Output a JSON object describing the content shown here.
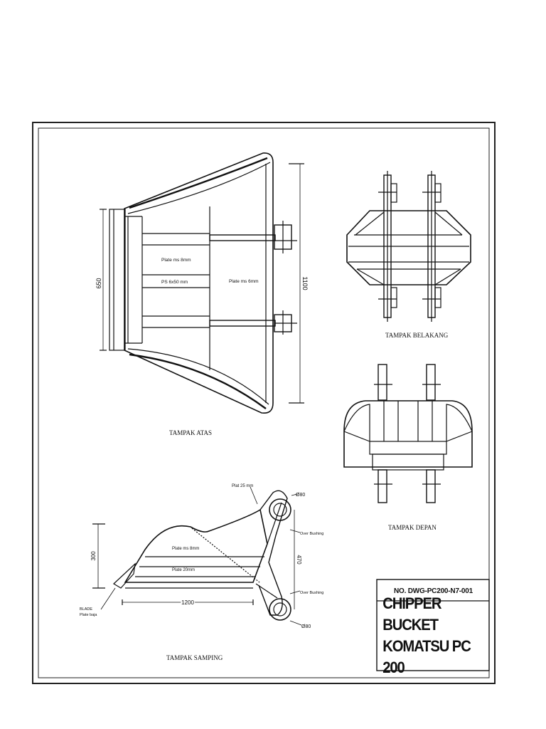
{
  "views": {
    "top": {
      "title": "TAMPAK ATAS",
      "label_plate_8": "Plate ms 8mm",
      "label_ps": "PS 6x50 mm",
      "label_plate_6": "Plate ms 6mm",
      "dim_width": "650",
      "dim_length": "1100"
    },
    "rear": {
      "title": "TAMPAK BELAKANG"
    },
    "front": {
      "title": "TAMPAK DEPAN"
    },
    "side": {
      "title": "TAMPAK SAMPING",
      "label_plat_25": "Plat 25 mm",
      "label_dia_top": "Ø80",
      "label_dia_bottom": "Ø80",
      "label_bushing_top": "Over Bushing",
      "label_bushing_bottom": "Over Bushing",
      "label_plate_8": "Plate ms 8mm",
      "label_plate_20": "Plate 20mm",
      "label_blade_1": "BLADE",
      "label_blade_2": "Plate baja",
      "dim_height": "300",
      "dim_pin": "470",
      "dim_length": "1200"
    }
  },
  "title_block": {
    "drawing_no": "NO. DWG-PC200-N7-001",
    "title_line1": "CHIPPER BUCKET",
    "title_line2": "KOMATSU PC 200"
  }
}
